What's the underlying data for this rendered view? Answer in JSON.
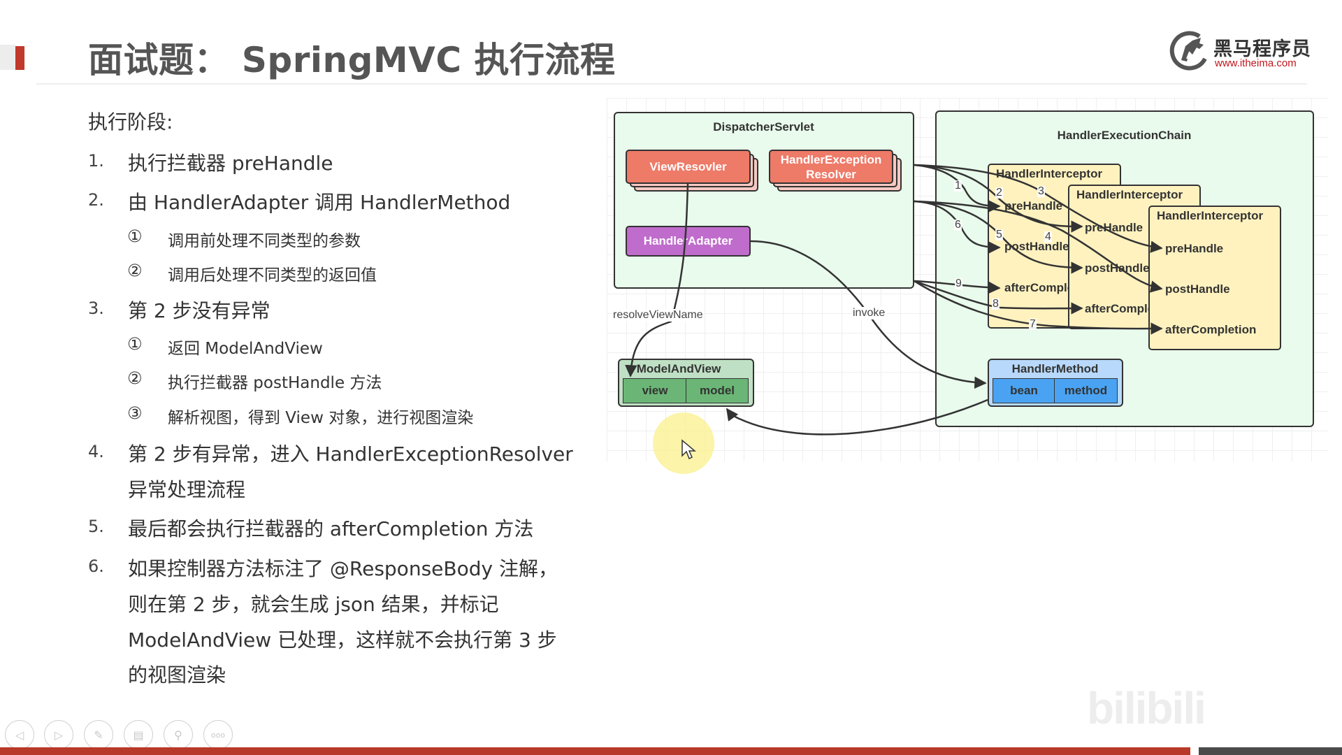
{
  "header": {
    "title": "面试题： SpringMVC 执行流程",
    "logo": {
      "icon": "horse-head-logo-icon",
      "name": "黑马程序员",
      "url": "www.itheima.com"
    }
  },
  "content": {
    "heading": "执行阶段:",
    "steps": [
      {
        "num": "1.",
        "lines": [
          "执行拦截器 preHandle"
        ],
        "subs": []
      },
      {
        "num": "2.",
        "lines": [
          "由 HandlerAdapter 调用 HandlerMethod"
        ],
        "subs": [
          {
            "marker": "①",
            "text": "调用前处理不同类型的参数"
          },
          {
            "marker": "②",
            "text": "调用后处理不同类型的返回值"
          }
        ]
      },
      {
        "num": "3.",
        "lines": [
          "第 2 步没有异常"
        ],
        "subs": [
          {
            "marker": "①",
            "text": "返回 ModelAndView"
          },
          {
            "marker": "②",
            "text": "执行拦截器 postHandle 方法"
          },
          {
            "marker": "③",
            "text": "解析视图，得到 View 对象，进行视图渲染"
          }
        ]
      },
      {
        "num": "4.",
        "lines": [
          "第 2 步有异常，进入 HandlerExceptionResolver",
          "异常处理流程"
        ],
        "subs": []
      },
      {
        "num": "5.",
        "lines": [
          "最后都会执行拦截器的 afterCompletion 方法"
        ],
        "subs": []
      },
      {
        "num": "6.",
        "lines": [
          "如果控制器方法标注了 @ResponseBody 注解，",
          "则在第 2 步，就会生成 json 结果，并标记",
          "ModelAndView 已处理，这样就不会执行第 3 步",
          "的视图渲染"
        ],
        "subs": []
      }
    ]
  },
  "diagram": {
    "dispatcher_servlet": {
      "title": "DispatcherServlet",
      "view_resolver": "ViewResovler",
      "exception_resolver_line1": "HandlerException",
      "exception_resolver_line2": "Resolver",
      "handler_adapter": "HandlerAdapter"
    },
    "execution_chain": {
      "title": "HandlerExecutionChain",
      "interceptors": [
        {
          "title": "HandlerInterceptor",
          "methods": [
            "preHandle",
            "postHandle",
            "afterComple"
          ]
        },
        {
          "title": "HandlerInterceptor",
          "methods": [
            "preHandle",
            "postHandle",
            "afterComple"
          ]
        },
        {
          "title": "HandlerInterceptor",
          "methods": [
            "preHandle",
            "postHandle",
            "afterCompletion"
          ]
        }
      ],
      "handler_method": {
        "title": "HandlerMethod",
        "fields": [
          "bean",
          "method"
        ]
      }
    },
    "model_and_view": {
      "title": "ModelAndView",
      "fields": [
        "view",
        "model"
      ]
    },
    "edge_labels": {
      "resolve": "resolveViewName",
      "invoke": "invoke"
    },
    "step_numbers": [
      "1",
      "2",
      "3",
      "4",
      "5",
      "6",
      "7",
      "8",
      "9"
    ]
  },
  "toolbar": {
    "buttons": [
      {
        "name": "previous-slide-button",
        "icon": "◁"
      },
      {
        "name": "next-slide-button",
        "icon": "▷"
      },
      {
        "name": "pen-tool-button",
        "icon": "✎"
      },
      {
        "name": "slide-overview-button",
        "icon": "▤"
      },
      {
        "name": "zoom-button",
        "icon": "⚲"
      },
      {
        "name": "more-options-button",
        "icon": "ooo"
      }
    ]
  },
  "watermark": "bilibili"
}
